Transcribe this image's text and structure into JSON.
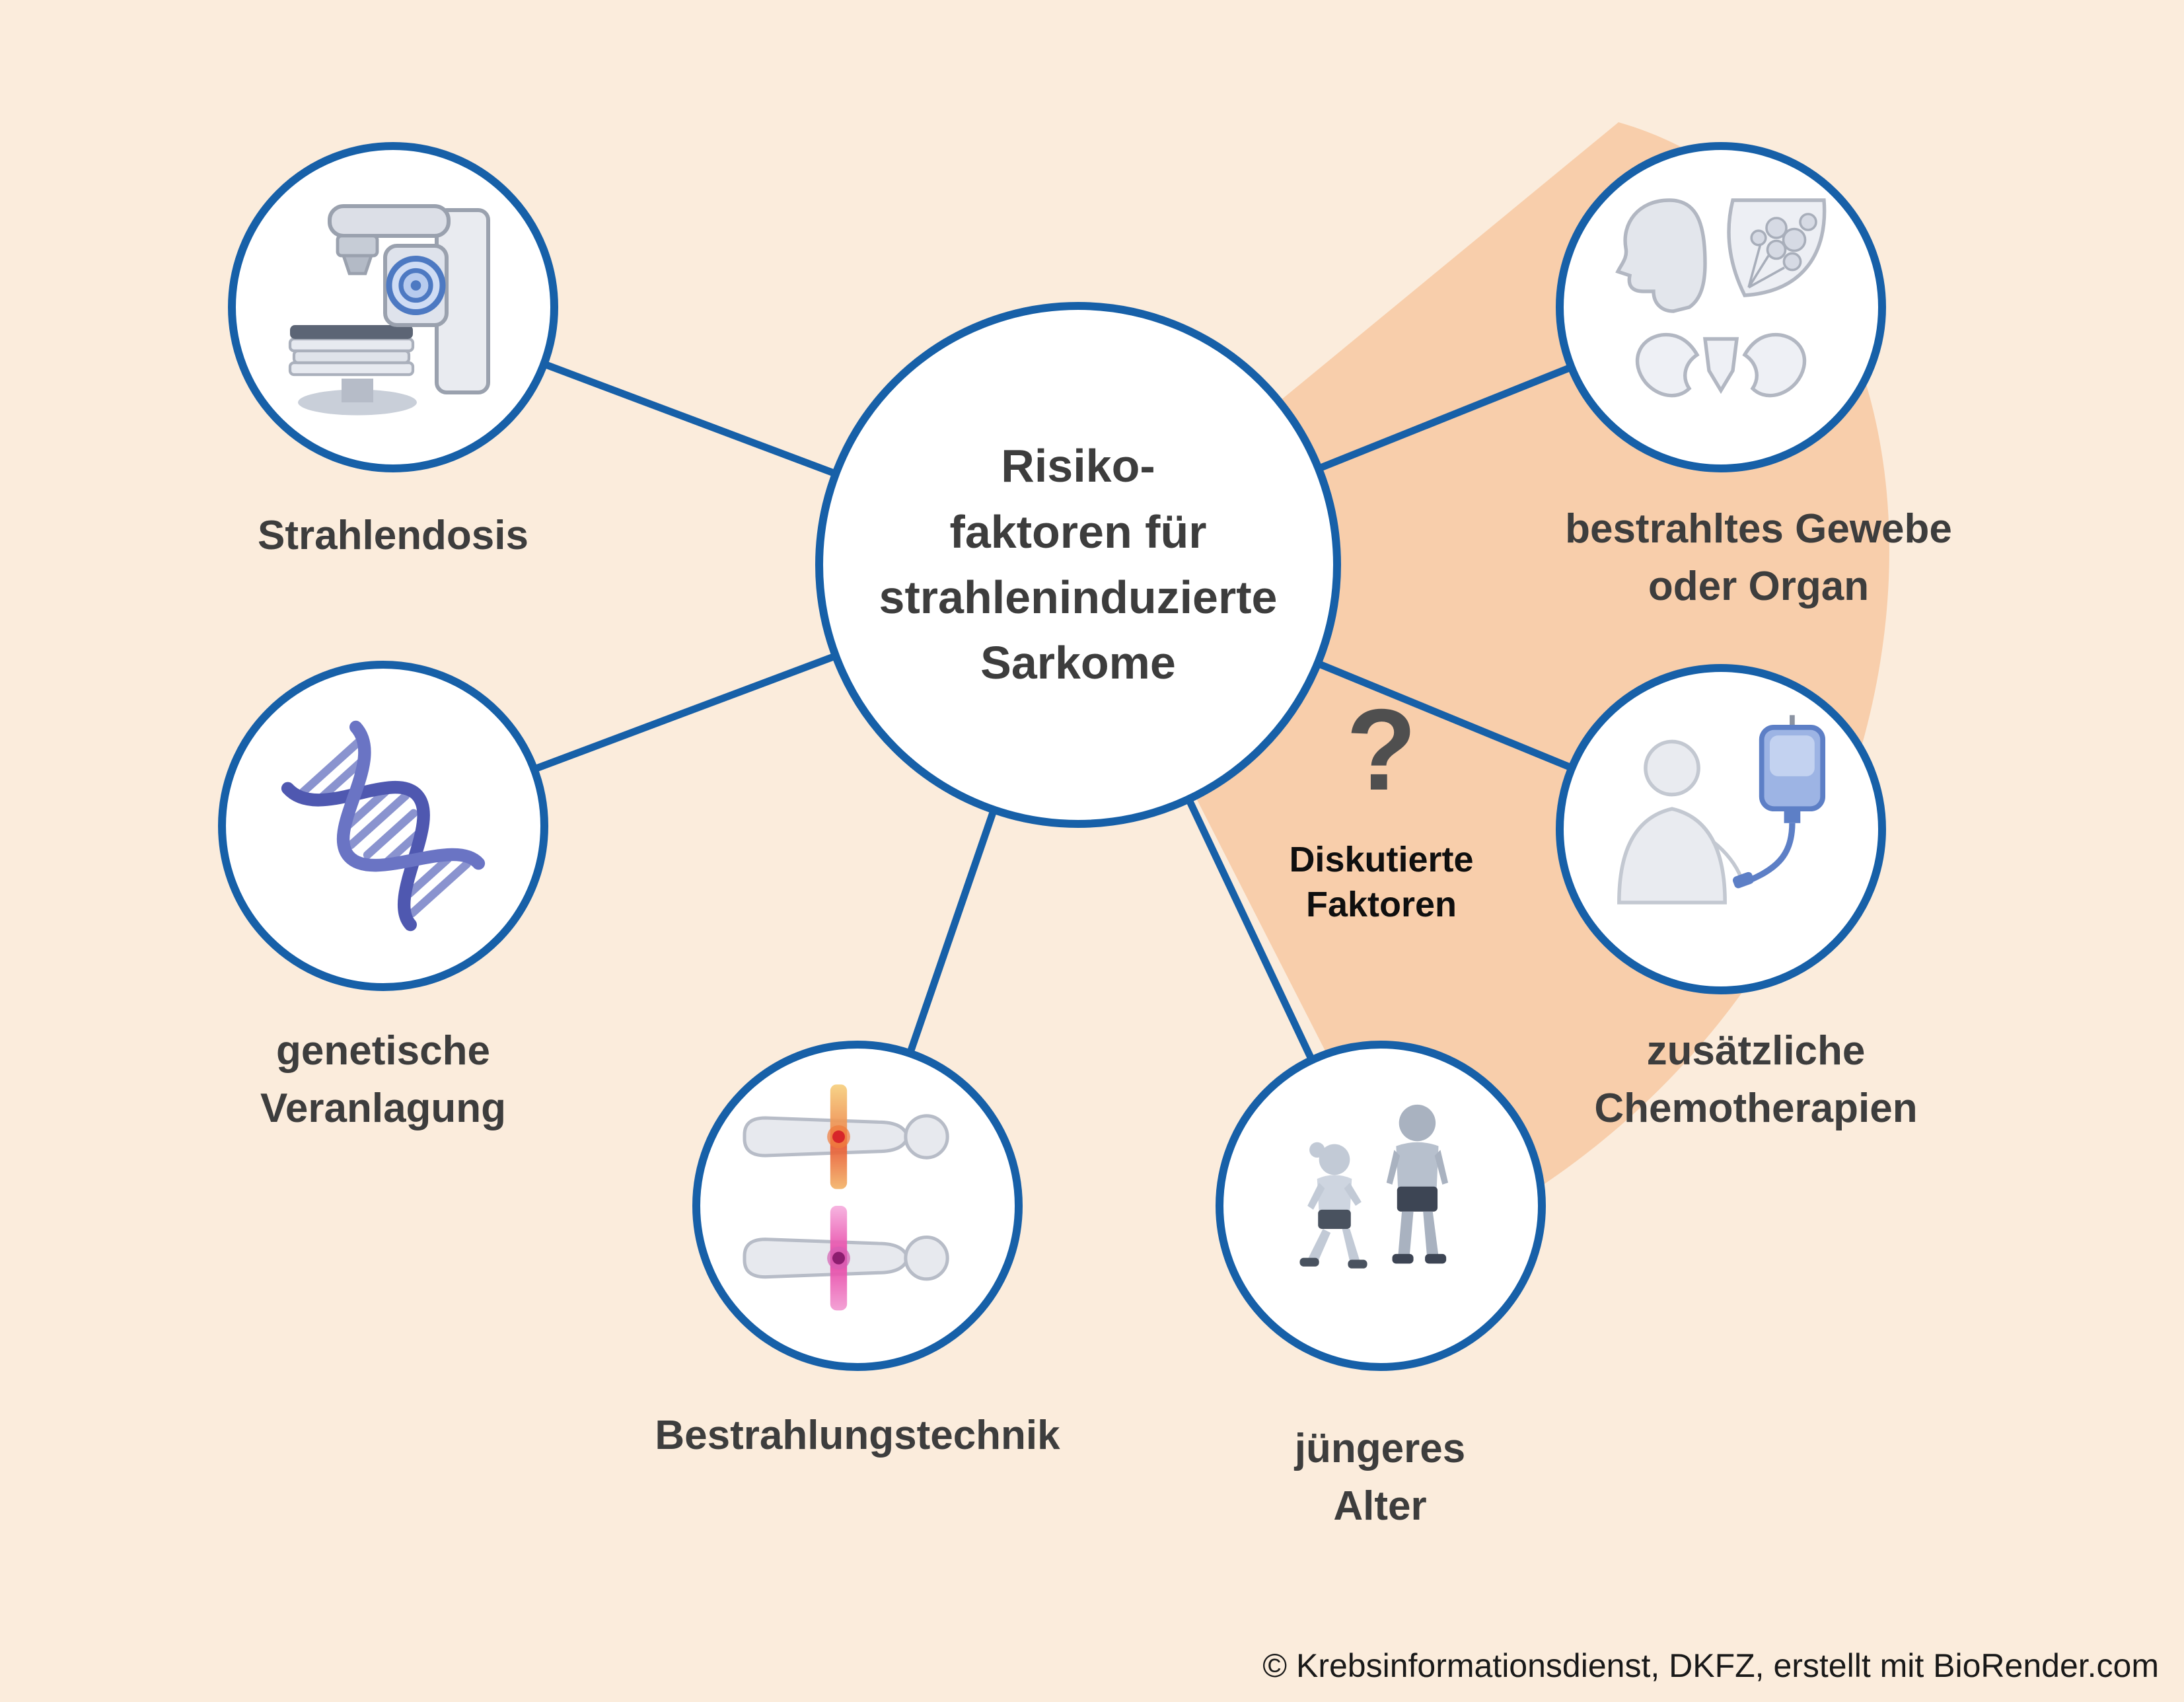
{
  "diagram": {
    "center": {
      "title": "Risiko-\nfaktoren für\nstrahleninduzierte\nSarkome"
    },
    "nodes": [
      {
        "id": "strahlendosis",
        "label": "Strahlendosis",
        "icon": "radiotherapy-machine-icon"
      },
      {
        "id": "genetische-veranlagung",
        "label": "genetische\nVeranlagung",
        "icon": "dna-icon"
      },
      {
        "id": "bestrahlungstechnik",
        "label": "Bestrahlungstechnik",
        "icon": "radiation-beams-icon"
      },
      {
        "id": "juengeres-alter",
        "label": "jüngeres\nAlter",
        "icon": "children-icon"
      },
      {
        "id": "zusaetzliche-chemotherapien",
        "label": "zusätzliche\nChemotherapien",
        "icon": "iv-infusion-icon"
      },
      {
        "id": "bestrahltes-gewebe-oder-organ",
        "label": "bestrahltes Gewebe\noder Organ",
        "icon": "anatomy-icon"
      }
    ],
    "discussed_factors": {
      "symbol": "?",
      "label": "Diskutierte\nFaktoren"
    },
    "footer": {
      "credit": "© Krebsinformationsdienst, DKFZ, erstellt mit BioRender.com"
    },
    "colors": {
      "background": "#fbecdc",
      "wedge": "#f7c9a2",
      "node_border": "#1760a8",
      "connector": "#1760a8",
      "label_text": "#3d3d3d"
    }
  }
}
